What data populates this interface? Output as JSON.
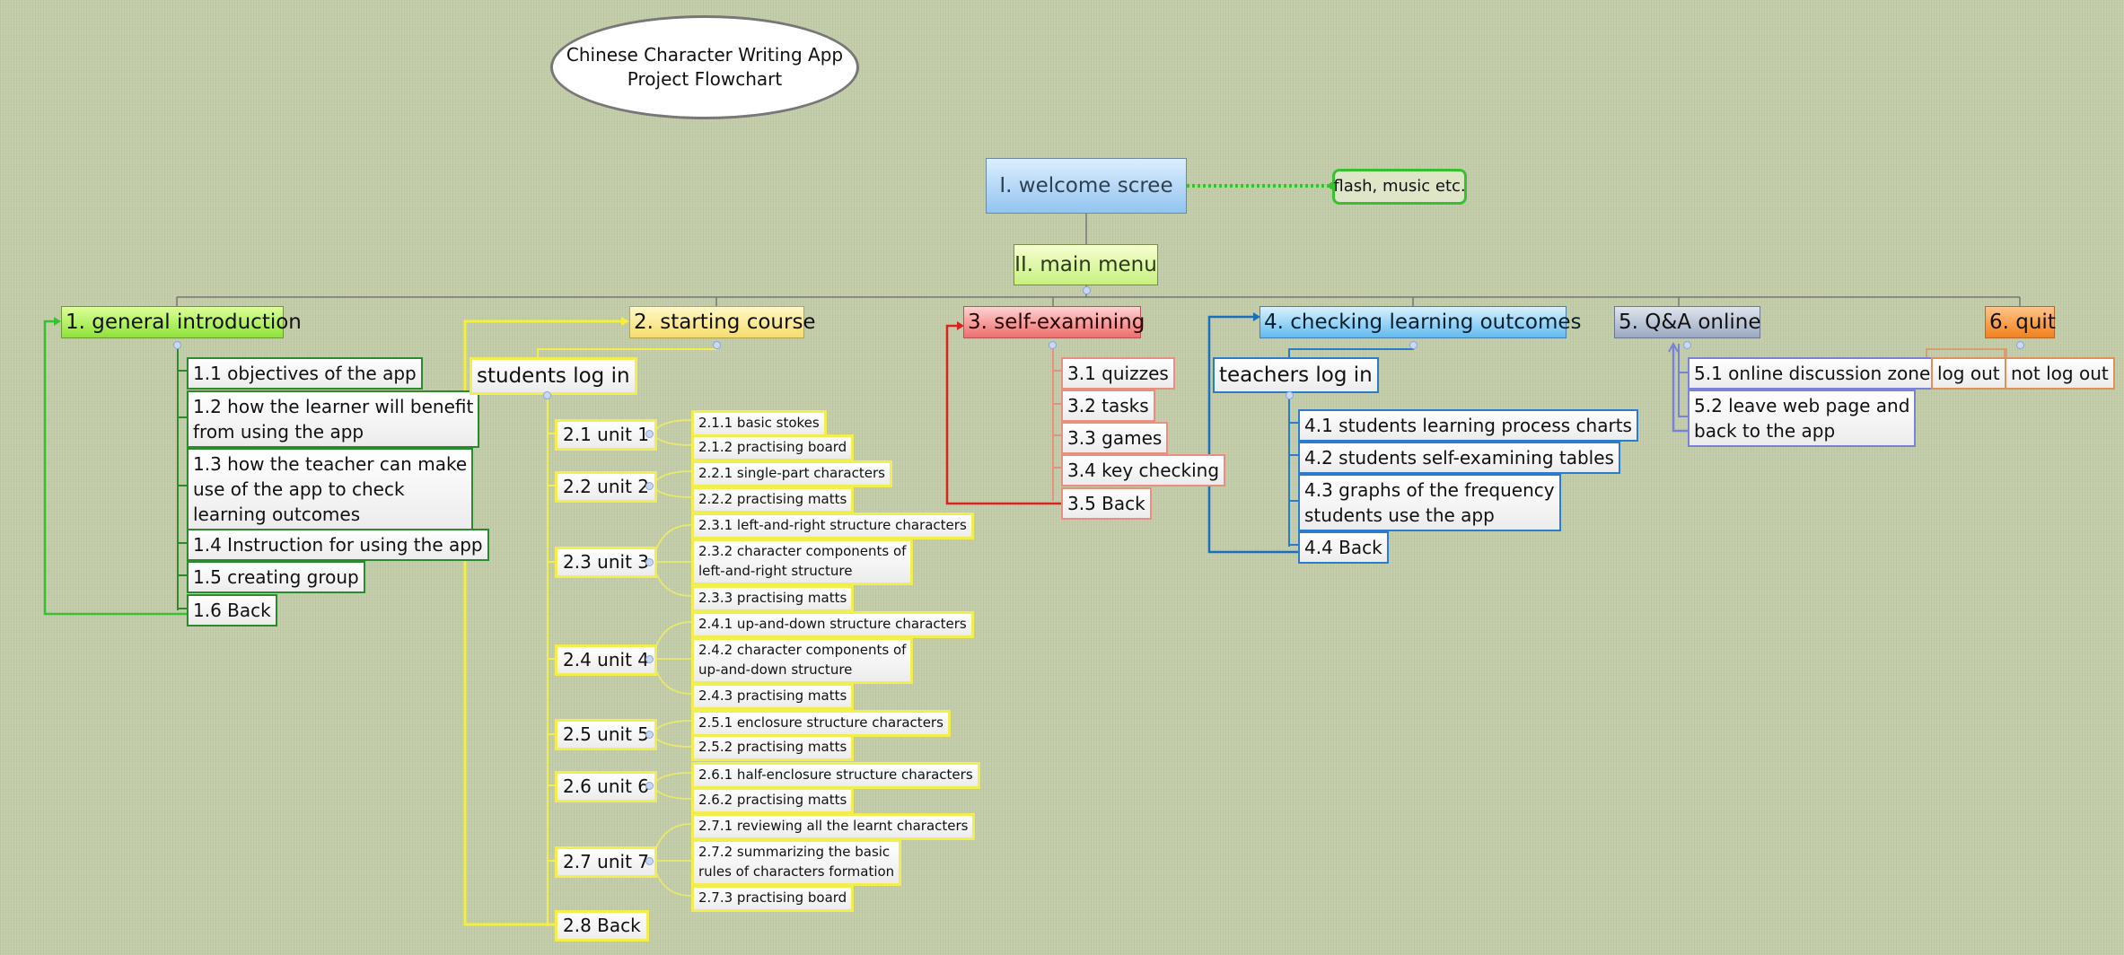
{
  "title": {
    "line1": "Chinese Character Writing App",
    "line2": "Project Flowchart"
  },
  "root": {
    "label": "I. welcome scree",
    "note": "flash, music etc."
  },
  "main_menu": {
    "label": "II. main menu"
  },
  "branches": [
    {
      "label": "1. general introduction",
      "color": "#8ee23a",
      "children": [
        "1.1 objectives of the app",
        "1.2 how the learner will benefit from using the app",
        "1.3 how the teacher can make use of the app to check learning outcomes",
        "1.4 Instruction for using the app",
        "1.5 creating group",
        "1.6 Back"
      ]
    },
    {
      "label": "2. starting course",
      "color": "#f5dd6c",
      "login": "students log in",
      "units": [
        {
          "label": "2.1 unit 1",
          "items": [
            "2.1.1 basic stokes",
            "2.1.2 practising board"
          ]
        },
        {
          "label": "2.2 unit 2",
          "items": [
            "2.2.1 single-part characters",
            "2.2.2 practising matts"
          ]
        },
        {
          "label": "2.3 unit 3",
          "items": [
            "2.3.1 left-and-right structure characters",
            "2.3.2 character components of left-and-right structure",
            "2.3.3 practising matts"
          ]
        },
        {
          "label": "2.4 unit 4",
          "items": [
            "2.4.1 up-and-down structure characters",
            "2.4.2 character components of up-and-down structure",
            "2.4.3 practising matts"
          ]
        },
        {
          "label": "2.5 unit 5",
          "items": [
            "2.5.1 enclosure structure characters",
            "2.5.2 practising matts"
          ]
        },
        {
          "label": "2.6 unit 6",
          "items": [
            "2.6.1 half-enclosure structure characters",
            "2.6.2 practising matts"
          ]
        },
        {
          "label": "2.7 unit 7",
          "items": [
            "2.7.1 reviewing all the learnt characters",
            "2.7.2 summarizing the basic rules of characters formation",
            "2.7.3 practising board"
          ]
        },
        {
          "label": "2.8 Back",
          "items": []
        }
      ]
    },
    {
      "label": "3. self-examining",
      "color": "#ee6e6e",
      "children": [
        "3.1 quizzes",
        "3.2 tasks",
        "3.3 games",
        "3.4 key checking",
        "3.5 Back"
      ]
    },
    {
      "label": "4. checking learning outcomes",
      "color": "#61bbef",
      "login": "teachers log in",
      "children": [
        "4.1 students learning process charts",
        "4.2 students self-examining tables",
        "4.3 graphs of the frequency students use the app",
        "4.4 Back"
      ]
    },
    {
      "label": "5. Q&A online",
      "color": "#9aa9c2",
      "children": [
        "5.1 online discussion zone",
        "5.2 leave web page and back to the app"
      ]
    },
    {
      "label": "6. quit",
      "color": "#f2821c",
      "children": [
        "log out",
        "not log out"
      ]
    }
  ],
  "display_lines": {
    "b1_c2_l1": "1.2 how the learner will benefit",
    "b1_c2_l2": "from using the app",
    "b1_c3_l1": "1.3 how the teacher can make",
    "b1_c3_l2": "use of the app to check",
    "b1_c3_l3": "learning outcomes",
    "u3_i2_l1": "2.3.2 character components of",
    "u3_i2_l2": "left-and-right structure",
    "u4_i2_l1": "2.4.2 character components of",
    "u4_i2_l2": "up-and-down structure",
    "u7_i2_l1": "2.7.2 summarizing the basic",
    "u7_i2_l2": "rules of characters formation",
    "b4_c3_l1": "4.3 graphs of the frequency",
    "b4_c3_l2": "students use the app",
    "b5_c2_l1": "5.2 leave web page and",
    "b5_c2_l2": "back to the app"
  }
}
